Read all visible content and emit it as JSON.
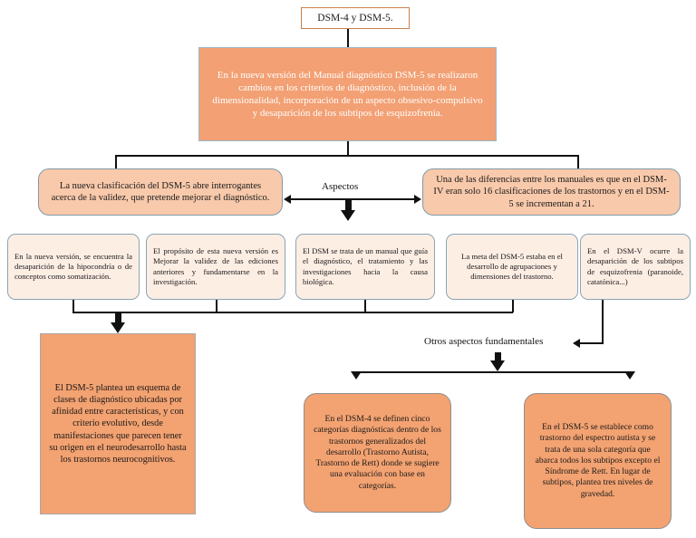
{
  "diagram": {
    "title_node": {
      "label": "DSM-4 y DSM-5."
    },
    "hero_node": {
      "label": "En la nueva versión del Manual diagnóstico DSM-5 se realizaron cambios en los criterios de diagnóstico, inclusión de la dimensionalidad, incorporación de un aspecto obsesivo-compulsivo y desaparición de los subtipos de esquizofrenia."
    },
    "connector_labels": {
      "aspectos": "Aspectos",
      "otros_aspectos": "Otros aspectos fundamentales"
    },
    "row_two": [
      {
        "id": "validez",
        "label": "La nueva clasificación del DSM-5 abre interrogantes acerca de la validez, que pretende mejorar el diagnóstico."
      },
      {
        "id": "clasificaciones",
        "label": "Una de las diferencias entre los manuales es que en el DSM-IV eran solo 16 clasificaciones de los trastornos y en el DSM-5 se incrementan a 21."
      }
    ],
    "row_three": [
      {
        "id": "hipocondria",
        "label": "En la nueva versión, se encuentra la desaparición de la hipocondría o de conceptos como somatización.",
        "align": "justify"
      },
      {
        "id": "proposito",
        "label": "El propósito de esta nueva versión es Mejorar la validez de las ediciones anteriores y fundamentarse en la investigación.",
        "align": "justify"
      },
      {
        "id": "manual-guia",
        "label": "El DSM se trata de un manual que guía el diagnóstico, el tratamiento y las investigaciones hacia la causa biológica.",
        "align": "justify"
      },
      {
        "id": "meta-dsm5",
        "label": "La meta del DSM-5 estaba en el desarrollo de agrupaciones y dimensiones del trastorno.",
        "align": "center"
      },
      {
        "id": "esquizofrenia",
        "label": "En el DSM-V ocurre la desaparición de los subtipos de esquizofrenia (paranoide, catatónica...)",
        "align": "justify"
      }
    ],
    "row_four": [
      {
        "id": "esquema-clases",
        "label": "El DSM-5 plantea un esquema de clases de diagnóstico ubicadas por afinidad entre características, y con criterio evolutivo, desde manifestaciones que parecen tener su origen en el neurodesarrollo hasta los trastornos neurocognitivos."
      },
      {
        "id": "dsm4-categorias",
        "label": "En el DSM-4 se definen cinco categorías diagnósticas dentro de los trastornos generalizados del desarrollo (Trastorno Autista, Trastorno de Rett) donde se sugiere una evaluación con base en categorías."
      },
      {
        "id": "dsm5-espectro",
        "label": "En el DSM-5 se establece como trastorno del espectro autista y se trata de una sola categoría que abarca todos los subtipos excepto el Síndrome de Rett. En lugar de subtipos, plantea tres niveles de gravedad."
      }
    ],
    "colors": {
      "hero_fill": "#f2a074",
      "salmon_fill": "#f8c9ab",
      "peach_fill": "#fdeee4",
      "orange_fill": "#f3a271",
      "line": "#111111",
      "title_border": "#c8804e"
    }
  }
}
